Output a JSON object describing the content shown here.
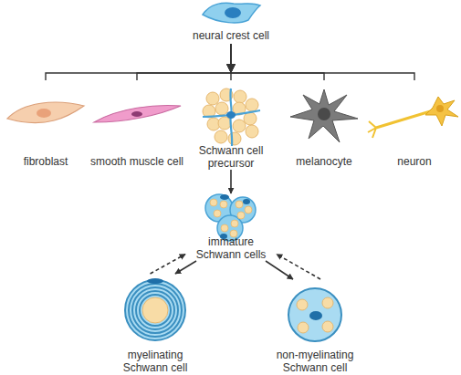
{
  "diagram": {
    "nodes": [
      {
        "text": [
          "neural crest cell"
        ]
      },
      {
        "text": [
          "fibroblast"
        ]
      },
      {
        "text": [
          "smooth muscle cell"
        ]
      },
      {
        "text": [
          "Schwann cell precursor"
        ]
      },
      {
        "text": [
          "melanocyte"
        ]
      },
      {
        "text": [
          "neuron"
        ]
      },
      {
        "text": [
          "immature Schwann cells"
        ]
      },
      {
        "text": [
          "myelinating Schwann cell"
        ]
      },
      {
        "text": [
          "non-myelinating Schwann cell"
        ]
      }
    ],
    "edges": [
      {
        "from": 0,
        "to": 1,
        "arrow": "to"
      },
      {
        "from": 0,
        "to": 2,
        "arrow": "to"
      },
      {
        "from": 0,
        "to": 3,
        "arrow": "to"
      },
      {
        "from": 0,
        "to": 4,
        "arrow": "to"
      },
      {
        "from": 0,
        "to": 5,
        "arrow": "to"
      },
      {
        "from": 3,
        "to": 6,
        "arrow": "to"
      },
      {
        "from": 6,
        "to": 7,
        "arrow": "to"
      },
      {
        "from": 7,
        "to": 6,
        "arrow": "to"
      },
      {
        "from": 6,
        "to": 8,
        "arrow": "to"
      },
      {
        "from": 8,
        "to": 6,
        "arrow": "to"
      }
    ]
  }
}
